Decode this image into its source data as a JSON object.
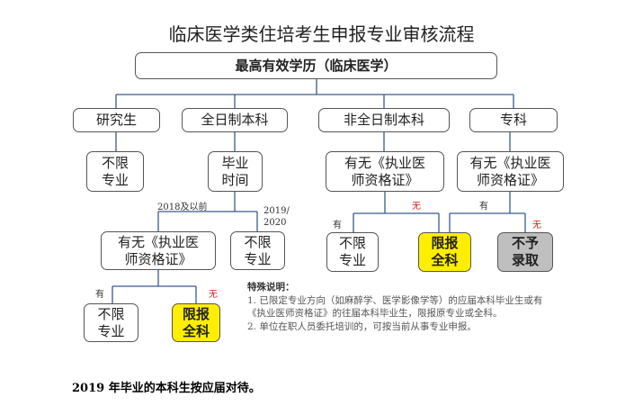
{
  "title": "临床医学类住培考生申报专业审核流程",
  "top": "最高有效学历（临床医学）",
  "level2": [
    "研究生",
    "全日制本科",
    "非全日制本科",
    "专科"
  ],
  "nodes": {
    "grad_result": "不限\n专业",
    "grad_time": "毕业\n时间",
    "cert_q": "有无《执业医\n师资格证》",
    "unlimited": "不限\n专业",
    "limited": "限报\n全科",
    "reject": "不予\n录取"
  },
  "labels": {
    "before2018": "2018及以前",
    "y2019": "2019/\n2020",
    "yes": "有",
    "no": "无"
  },
  "notes": {
    "heading": "特殊说明：",
    "items": [
      "1. 已限定专业方向（如麻醉学、医学影像学等）的应届本科毕业生或有《执业医师资格证》的往届本科毕业生，限报原专业或全科。",
      "2. 单位在职人员委托培训的，可按当前从事专业申报。"
    ]
  },
  "footer": "2019 年毕业的本科生按应届对待。",
  "colors": {
    "yellow": "#ffee00",
    "gray": "#bfbfbf",
    "line": "#3a5a8a",
    "red": "#d02020"
  }
}
